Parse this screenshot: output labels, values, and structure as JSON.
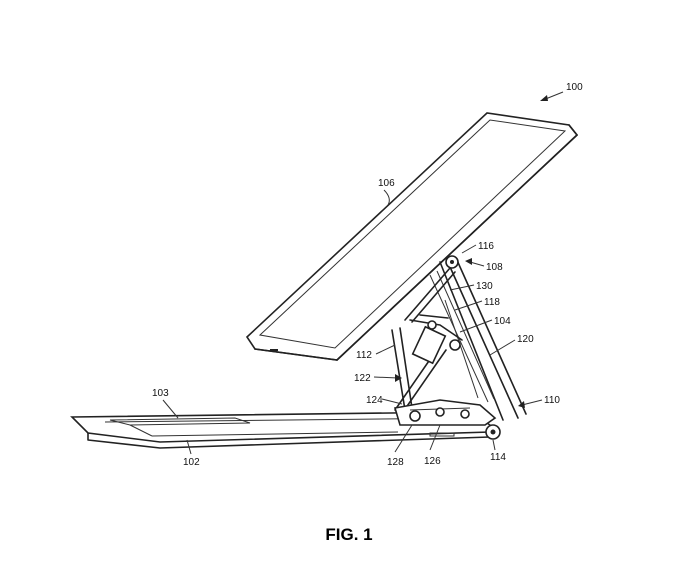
{
  "figure": {
    "caption": "FIG. 1",
    "reference_numerals": {
      "device": "100",
      "base": "102",
      "keyboard_region": "103",
      "arm": "104",
      "display": "106",
      "upper_hinge": "108",
      "lower_hinge": "110",
      "support_link": "112",
      "lower_pivot": "114",
      "upper_pivot": "116",
      "link_member": "118",
      "rod": "120",
      "strut": "122",
      "brace": "124",
      "base_pivot": "126",
      "slider": "128",
      "connector": "130"
    }
  }
}
